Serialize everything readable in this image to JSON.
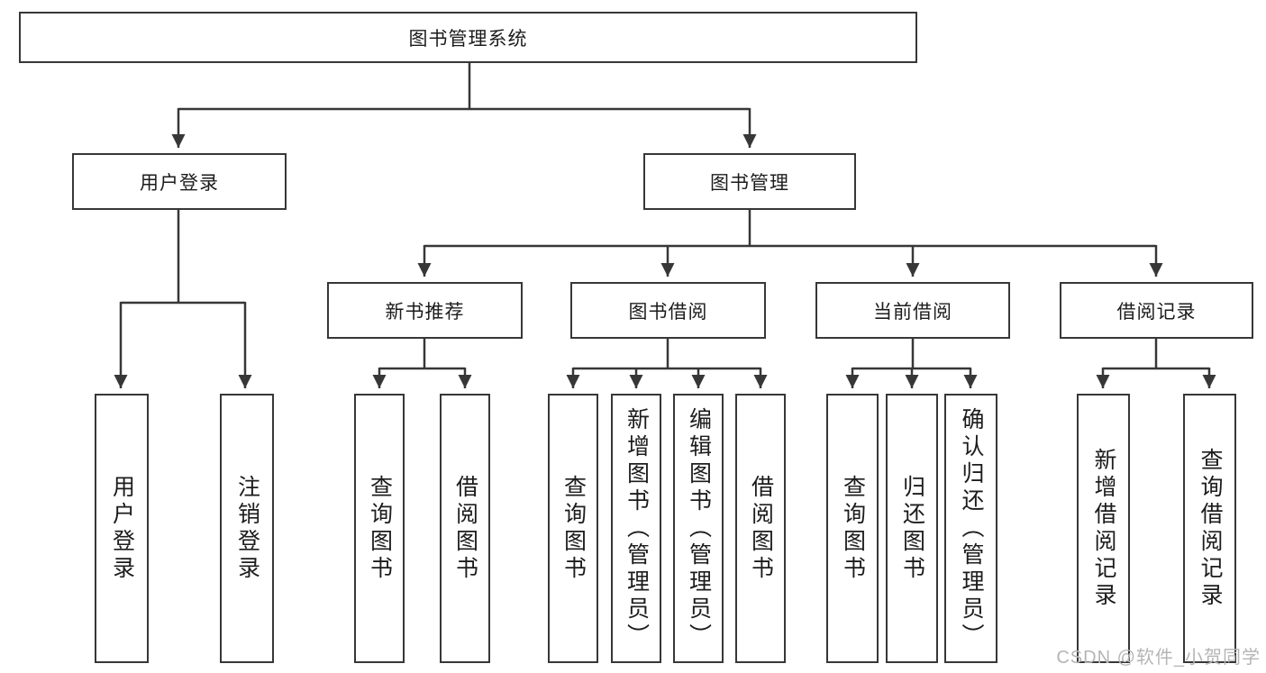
{
  "diagram_title": "图书管理系统",
  "nodes": {
    "root": {
      "label": "图书管理系统"
    },
    "user_login": {
      "label": "用户登录"
    },
    "book_mgmt": {
      "label": "图书管理"
    },
    "login": {
      "label": "用户登录"
    },
    "logout": {
      "label": "注销登录"
    },
    "new_rec": {
      "label": "新书推荐"
    },
    "borrow": {
      "label": "图书借阅"
    },
    "current": {
      "label": "当前借阅"
    },
    "record": {
      "label": "借阅记录"
    },
    "rec_query": {
      "label": "查询图书"
    },
    "rec_borrow": {
      "label": "借阅图书"
    },
    "bor_query": {
      "label": "查询图书"
    },
    "bor_add": {
      "label": "新增图书（管理员）"
    },
    "bor_edit": {
      "label": "编辑图书（管理员）"
    },
    "bor_borrow": {
      "label": "借阅图书"
    },
    "cur_query": {
      "label": "查询图书"
    },
    "cur_return": {
      "label": "归还图书"
    },
    "cur_confirm": {
      "label": "确认归还（管理员）"
    },
    "log_add": {
      "label": "新增借阅记录"
    },
    "log_query": {
      "label": "查询借阅记录"
    }
  },
  "hierarchy": {
    "图书管理系统": [
      "用户登录",
      "图书管理"
    ],
    "用户登录": [
      "用户登录",
      "注销登录"
    ],
    "图书管理": [
      "新书推荐",
      "图书借阅",
      "当前借阅",
      "借阅记录"
    ],
    "新书推荐": [
      "查询图书",
      "借阅图书"
    ],
    "图书借阅": [
      "查询图书",
      "新增图书（管理员）",
      "编辑图书（管理员）",
      "借阅图书"
    ],
    "当前借阅": [
      "查询图书",
      "归还图书",
      "确认归还（管理员）"
    ],
    "借阅记录": [
      "新增借阅记录",
      "查询借阅记录"
    ]
  },
  "watermark": "CSDN @软件_小贺同学"
}
